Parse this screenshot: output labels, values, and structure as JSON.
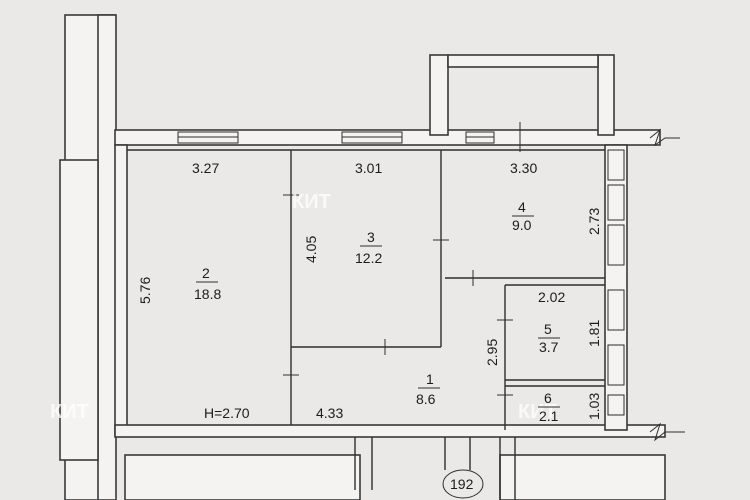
{
  "plan": {
    "watermark": "КИТ",
    "ceiling_height": "H=2.70",
    "building_number": "192",
    "rooms": [
      {
        "number": "2",
        "area": "18.8"
      },
      {
        "number": "3",
        "area": "12.2"
      },
      {
        "number": "4",
        "area": "9.0"
      },
      {
        "number": "5",
        "area": "3.7"
      },
      {
        "number": "6",
        "area": "2.1"
      },
      {
        "number": "1",
        "area": "8.6"
      }
    ],
    "dimensions": {
      "room2_width": "3.27",
      "room2_length": "5.76",
      "room3_width": "3.01",
      "room3_length": "4.05",
      "room4_width": "3.30",
      "room4_length": "2.73",
      "room5_width": "2.02",
      "room5_length": "1.81",
      "room6_length": "1.03",
      "hall_width": "4.33",
      "hall_length": "2.95"
    },
    "colors": {
      "background": "#eae9e7",
      "wall": "#f4f3f1",
      "line": "#2e2e2e"
    }
  }
}
